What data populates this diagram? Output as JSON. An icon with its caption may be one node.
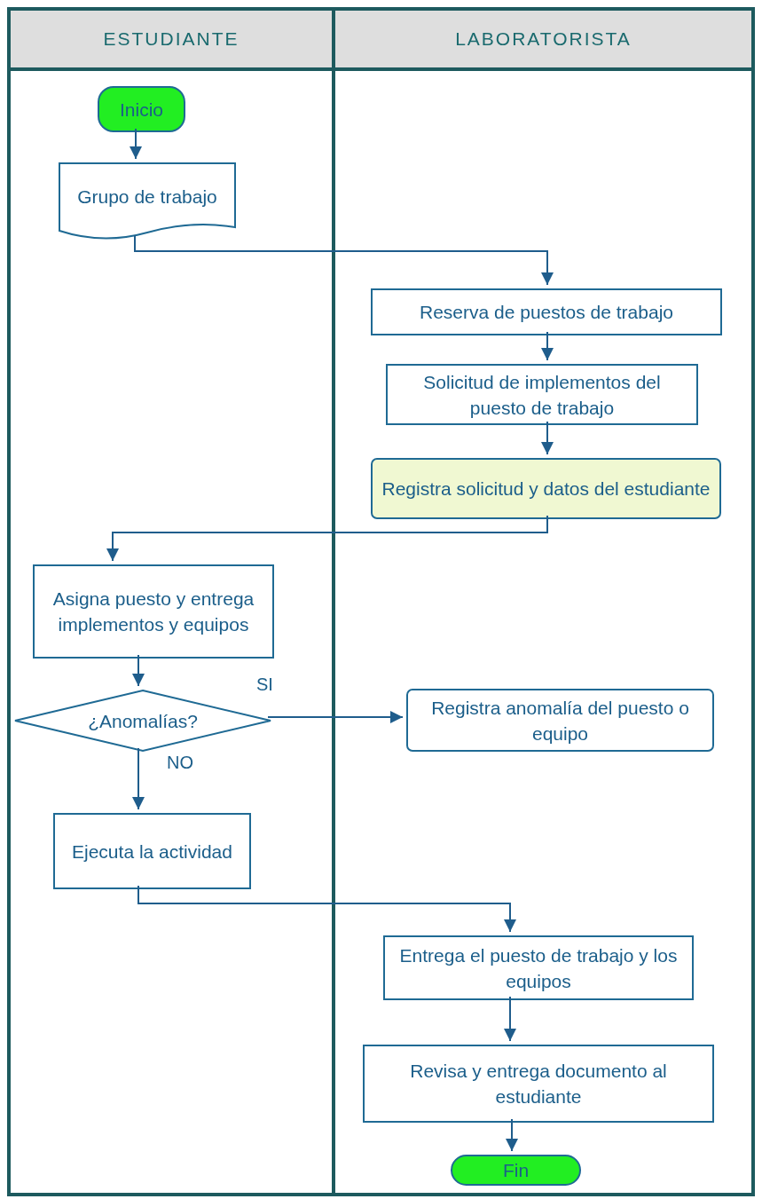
{
  "diagram": {
    "nodes": [
      {
        "text": [
          "ESTUDIANTE"
        ]
      },
      {
        "text": [
          "LABORATORISTA"
        ]
      },
      {
        "text": [
          "Inicio"
        ],
        "in": 0
      },
      {
        "text": [
          "Grupo de trabajo"
        ],
        "in": 0
      },
      {
        "text": [
          "Reserva de puestos de trabajo"
        ],
        "in": 1
      },
      {
        "text": [
          "Solicitud de implementos del puesto de trabajo"
        ],
        "in": 1
      },
      {
        "text": [
          "Registra solicitud y datos del estudiante"
        ],
        "in": 1
      },
      {
        "text": [
          "Asigna puesto y entrega implementos y equipos"
        ],
        "in": 0
      },
      {
        "text": [
          "¿Anomalías?"
        ],
        "in": 0
      },
      {
        "text": [
          "Registra anomalía del puesto o equipo"
        ],
        "in": 1
      },
      {
        "text": [
          "Ejecuta la actividad"
        ],
        "in": 0
      },
      {
        "text": [
          "Entrega el puesto de trabajo y los equipos"
        ],
        "in": 1
      },
      {
        "text": [
          "Revisa y entrega documento al estudiante"
        ],
        "in": 1
      },
      {
        "text": [
          "Fin"
        ],
        "in": 1
      }
    ],
    "edges": [
      {
        "from": 2,
        "to": 3,
        "arrow": "to"
      },
      {
        "from": 3,
        "to": 4,
        "arrow": "to"
      },
      {
        "from": 4,
        "to": 5,
        "arrow": "to"
      },
      {
        "from": 5,
        "to": 6,
        "arrow": "to"
      },
      {
        "from": 6,
        "to": 7,
        "arrow": "to"
      },
      {
        "from": 7,
        "to": 8,
        "arrow": "to"
      },
      {
        "from": 8,
        "to": 9,
        "arrow": "to",
        "label": "SI"
      },
      {
        "from": 8,
        "to": 10,
        "arrow": "to",
        "label": "NO"
      },
      {
        "from": 10,
        "to": 11,
        "arrow": "to"
      },
      {
        "from": 11,
        "to": 12,
        "arrow": "to"
      },
      {
        "from": 12,
        "to": 13,
        "arrow": "to"
      }
    ]
  }
}
